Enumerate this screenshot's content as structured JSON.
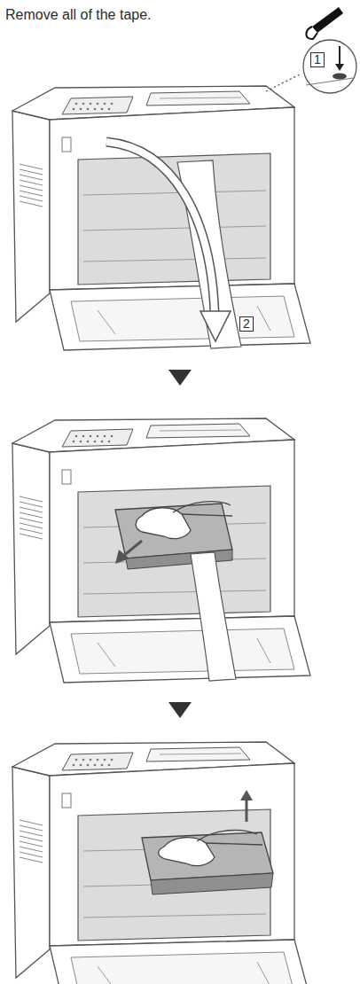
{
  "diagram": {
    "title": "Remove all of the tape.",
    "labels": [
      "1",
      "2"
    ]
  }
}
